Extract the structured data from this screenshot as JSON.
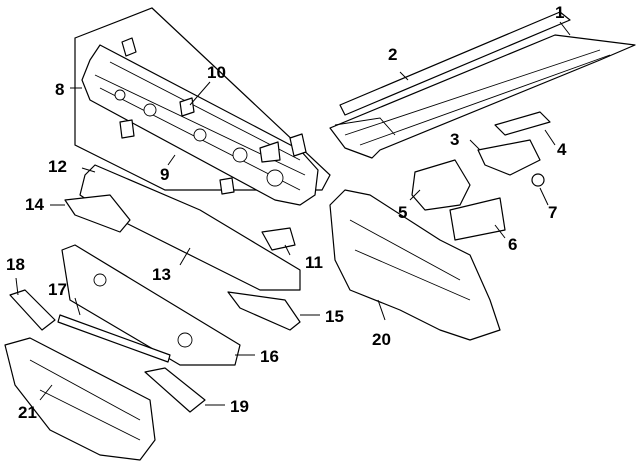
{
  "diagram": {
    "callouts": [
      {
        "id": "1",
        "text": "1"
      },
      {
        "id": "2",
        "text": "2"
      },
      {
        "id": "3",
        "text": "3"
      },
      {
        "id": "4",
        "text": "4"
      },
      {
        "id": "5",
        "text": "5"
      },
      {
        "id": "6",
        "text": "6"
      },
      {
        "id": "7",
        "text": "7"
      },
      {
        "id": "8",
        "text": "8"
      },
      {
        "id": "9",
        "text": "9"
      },
      {
        "id": "10",
        "text": "10"
      },
      {
        "id": "11",
        "text": "11"
      },
      {
        "id": "12",
        "text": "12"
      },
      {
        "id": "13",
        "text": "13"
      },
      {
        "id": "14",
        "text": "14"
      },
      {
        "id": "15",
        "text": "15"
      },
      {
        "id": "16",
        "text": "16"
      },
      {
        "id": "17",
        "text": "17"
      },
      {
        "id": "18",
        "text": "18"
      },
      {
        "id": "19",
        "text": "19"
      },
      {
        "id": "20",
        "text": "20"
      },
      {
        "id": "21",
        "text": "21"
      }
    ]
  }
}
